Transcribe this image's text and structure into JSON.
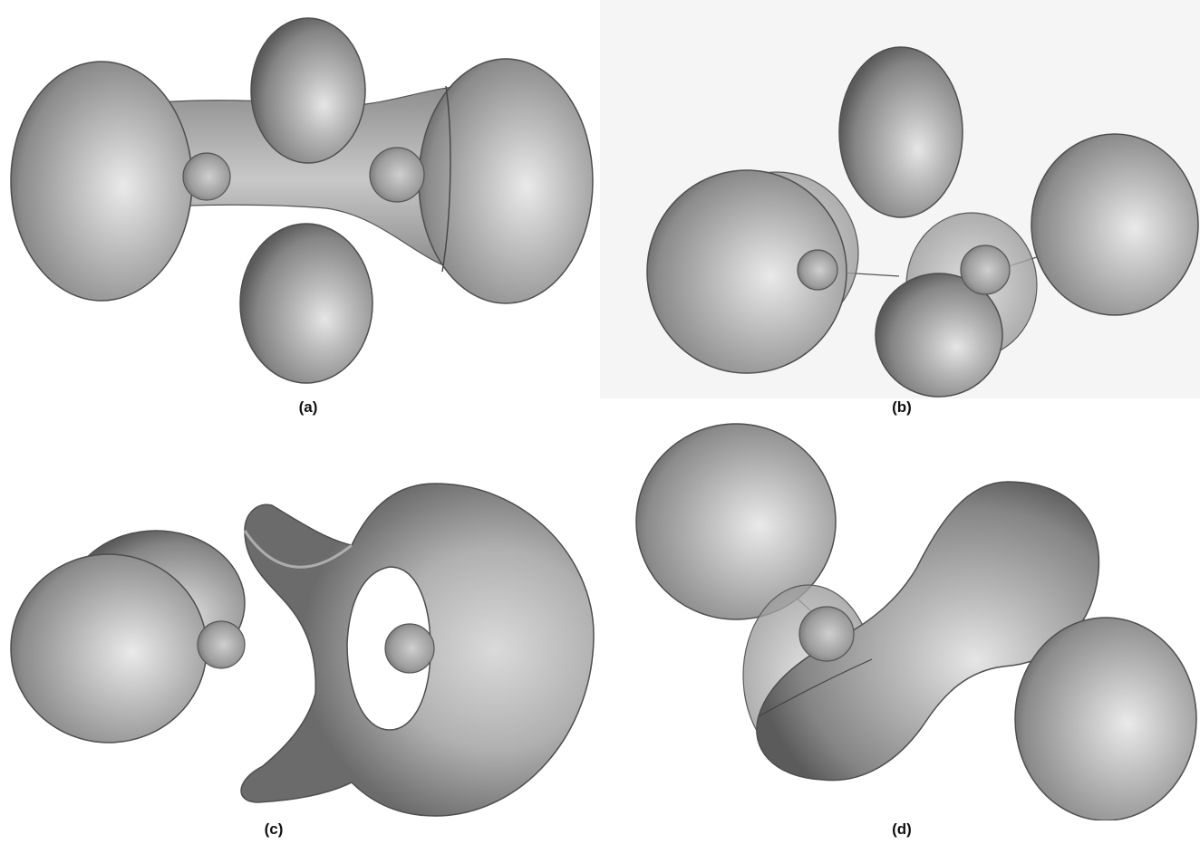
{
  "figure": {
    "panels": [
      {
        "id": "a",
        "label": "(a)"
      },
      {
        "id": "b",
        "label": "(b)"
      },
      {
        "id": "c",
        "label": "(c)"
      },
      {
        "id": "d",
        "label": "(d)"
      }
    ]
  },
  "colors": {
    "background": "#ffffff",
    "surface_light": "#e3e3e3",
    "surface_mid": "#a9a9a9",
    "surface_dark": "#5f5f5f",
    "edge": "#4a4a4a",
    "panel_shade": "#f4f4f4"
  }
}
